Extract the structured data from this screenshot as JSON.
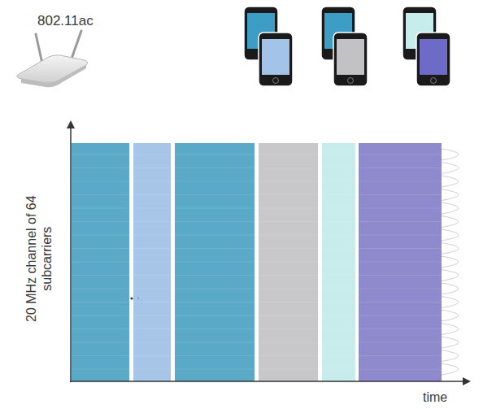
{
  "diagram": {
    "labels": [
      "802.11ac",
      "20 MHz channel of 64 subcarriers",
      "time"
    ]
  }
}
